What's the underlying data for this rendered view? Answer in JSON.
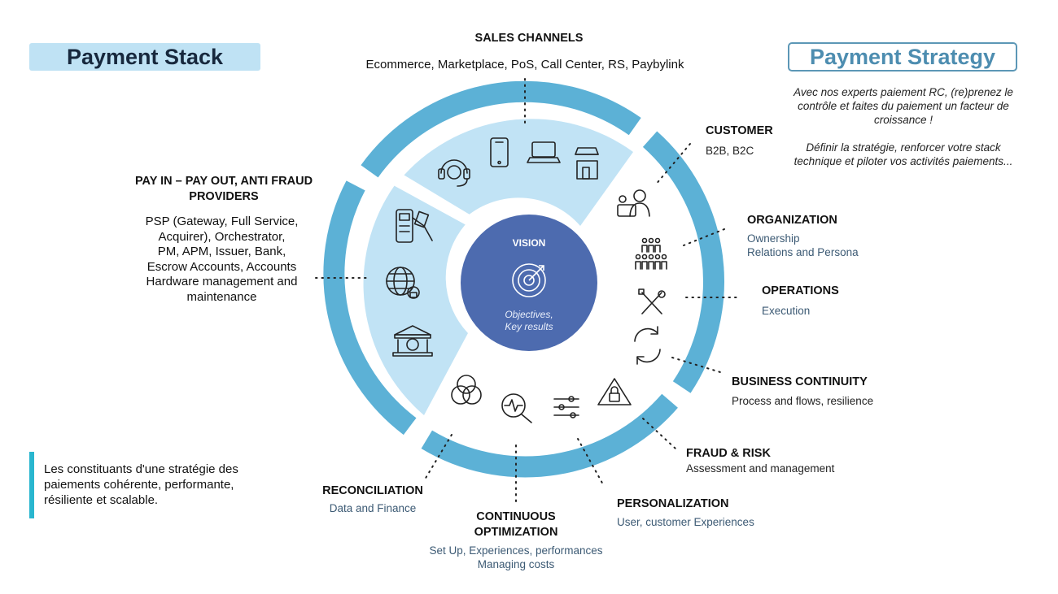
{
  "header": {
    "stack_title": "Payment Stack",
    "strategy_title": "Payment Strategy"
  },
  "strategy_text": {
    "p1": "Avec nos experts paiement RC, (re)prenez le contrôle et faites du paiement un facteur de croissance !",
    "p2": "Définir la stratégie, renforcer votre stack technique et piloter vos activités paiements..."
  },
  "note": {
    "text": "Les constituants d'une stratégie des paiements cohérente, performante, résiliente et scalable."
  },
  "vision": {
    "title": "VISION",
    "line1": "Objectives,",
    "line2": "Key results"
  },
  "sections": {
    "sales_channels": {
      "title": "SALES CHANNELS",
      "desc": "Ecommerce, Marketplace, PoS, Call Center, RS, Paybylink"
    },
    "pay_in": {
      "title1": "PAY IN – PAY OUT, ANTI FRAUD",
      "title2": "PROVIDERS",
      "lines": [
        "PSP (Gateway, Full Service,",
        "Acquirer),  Orchestrator,",
        "PM, APM, Issuer, Bank,",
        "Escrow Accounts, Accounts",
        "Hardware management and",
        "maintenance"
      ]
    },
    "customer": {
      "title": "CUSTOMER",
      "desc": "B2B, B2C"
    },
    "organization": {
      "title": "ORGANIZATION",
      "line1": "Ownership",
      "line2": "Relations and Persona"
    },
    "operations": {
      "title": "OPERATIONS",
      "desc": "Execution"
    },
    "business_continuity": {
      "title": "BUSINESS CONTINUITY",
      "desc": "Process and flows, resilience"
    },
    "fraud_risk": {
      "title": "FRAUD & RISK",
      "desc": "Assessment and management"
    },
    "personalization": {
      "title": "PERSONALIZATION",
      "desc": "User, customer Experiences"
    },
    "continuous_optimization": {
      "title1": "CONTINUOUS",
      "title2": "OPTIMIZATION",
      "line1": "Set Up, Experiences, performances",
      "line2": "Managing costs"
    },
    "reconciliation": {
      "title": "RECONCILIATION",
      "desc": "Data and Finance"
    }
  },
  "colors": {
    "ring": "#5cb1d6",
    "inner_light": "#c1e3f5",
    "vision": "#4d6baf",
    "note_bar": "#29b6cf"
  }
}
